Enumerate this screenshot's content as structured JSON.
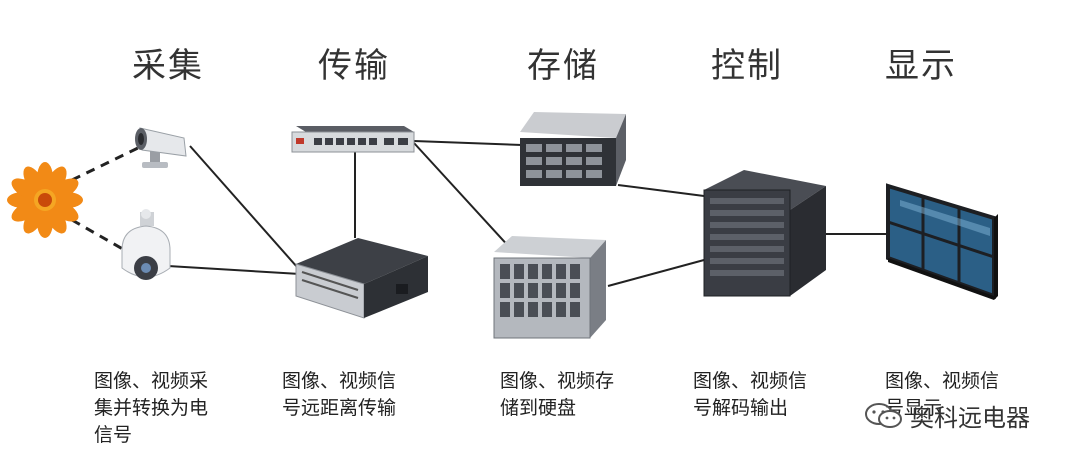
{
  "stages": [
    {
      "title": "采集",
      "desc_lines": [
        "图像、视频采",
        "集并转换为电",
        "信号"
      ]
    },
    {
      "title": "传输",
      "desc_lines": [
        "图像、视频信",
        "号远距离传输"
      ]
    },
    {
      "title": "存储",
      "desc_lines": [
        "图像、视频存",
        "储到硬盘"
      ]
    },
    {
      "title": "控制",
      "desc_lines": [
        "图像、视频信",
        "号解码输出"
      ]
    },
    {
      "title": "显示",
      "desc_lines": [
        "图像、视频信",
        "号显示"
      ]
    }
  ],
  "watermark": {
    "text": "奥科远电器",
    "icon": "wechat-icon"
  },
  "colors": {
    "flower": "#f28a16",
    "flower_center": "#c94a0a",
    "device_dark": "#3a3d44",
    "device_light": "#c9ccd1",
    "line": "#222222"
  },
  "icons": [
    "flower-icon",
    "bullet-camera-icon",
    "dome-camera-icon",
    "router-icon",
    "switch-icon",
    "storage-server-icon",
    "disk-array-icon",
    "decoder-icon",
    "video-wall-icon"
  ]
}
